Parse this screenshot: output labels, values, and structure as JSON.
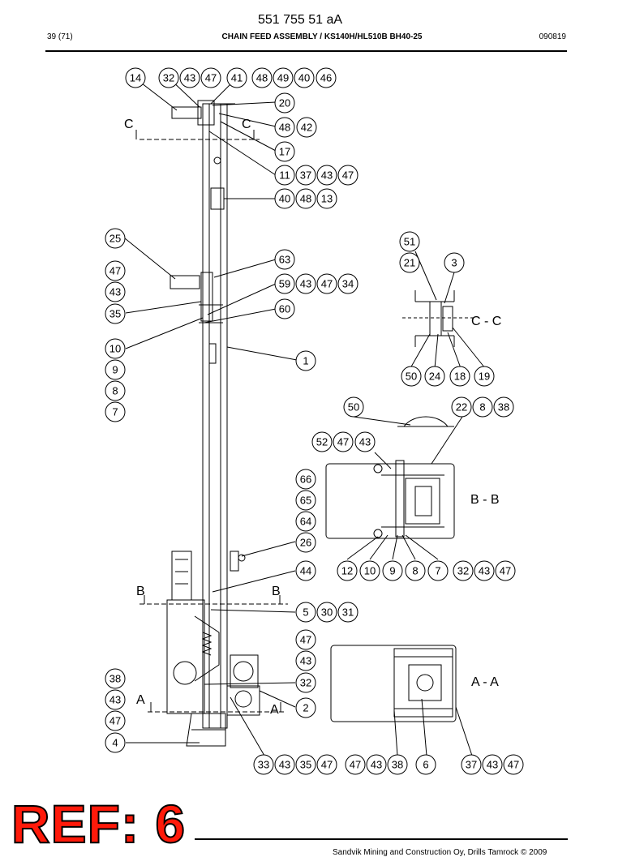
{
  "header": {
    "doc_number": "551 755 51 aA",
    "page": "39 (71)",
    "title": "CHAIN FEED ASSEMBLY / KS140H/HL510B BH40-25",
    "date": "090819"
  },
  "section_labels": {
    "cc_left": "C",
    "cc_right": "C",
    "bb_left": "B",
    "bb_right": "B",
    "aa_left": "A",
    "aa_right": "A",
    "view_cc": "C - C",
    "view_bb": "B - B",
    "view_aa": "A - A"
  },
  "balloons": [
    "14",
    "32",
    "43",
    "47",
    "41",
    "48",
    "49",
    "40",
    "46",
    "20",
    "48",
    "42",
    "17",
    "11",
    "37",
    "43",
    "47",
    "40",
    "48",
    "13",
    "25",
    "47",
    "43",
    "35",
    "63",
    "59",
    "43",
    "47",
    "34",
    "60",
    "10",
    "9",
    "8",
    "7",
    "1",
    "51",
    "21",
    "3",
    "50",
    "24",
    "18",
    "19",
    "50",
    "22",
    "8",
    "38",
    "52",
    "47",
    "43",
    "66",
    "65",
    "64",
    "26",
    "44",
    "12",
    "10",
    "9",
    "8",
    "7",
    "32",
    "43",
    "47",
    "5",
    "30",
    "31",
    "47",
    "43",
    "32",
    "2",
    "38",
    "43",
    "47",
    "4",
    "33",
    "43",
    "35",
    "47",
    "47",
    "43",
    "38",
    "6",
    "37",
    "43",
    "47"
  ],
  "stamp": {
    "text": "REF: 6"
  },
  "footer": {
    "text": "Sandvik Mining and Construction Oy, Drills Tamrock © 2009"
  }
}
